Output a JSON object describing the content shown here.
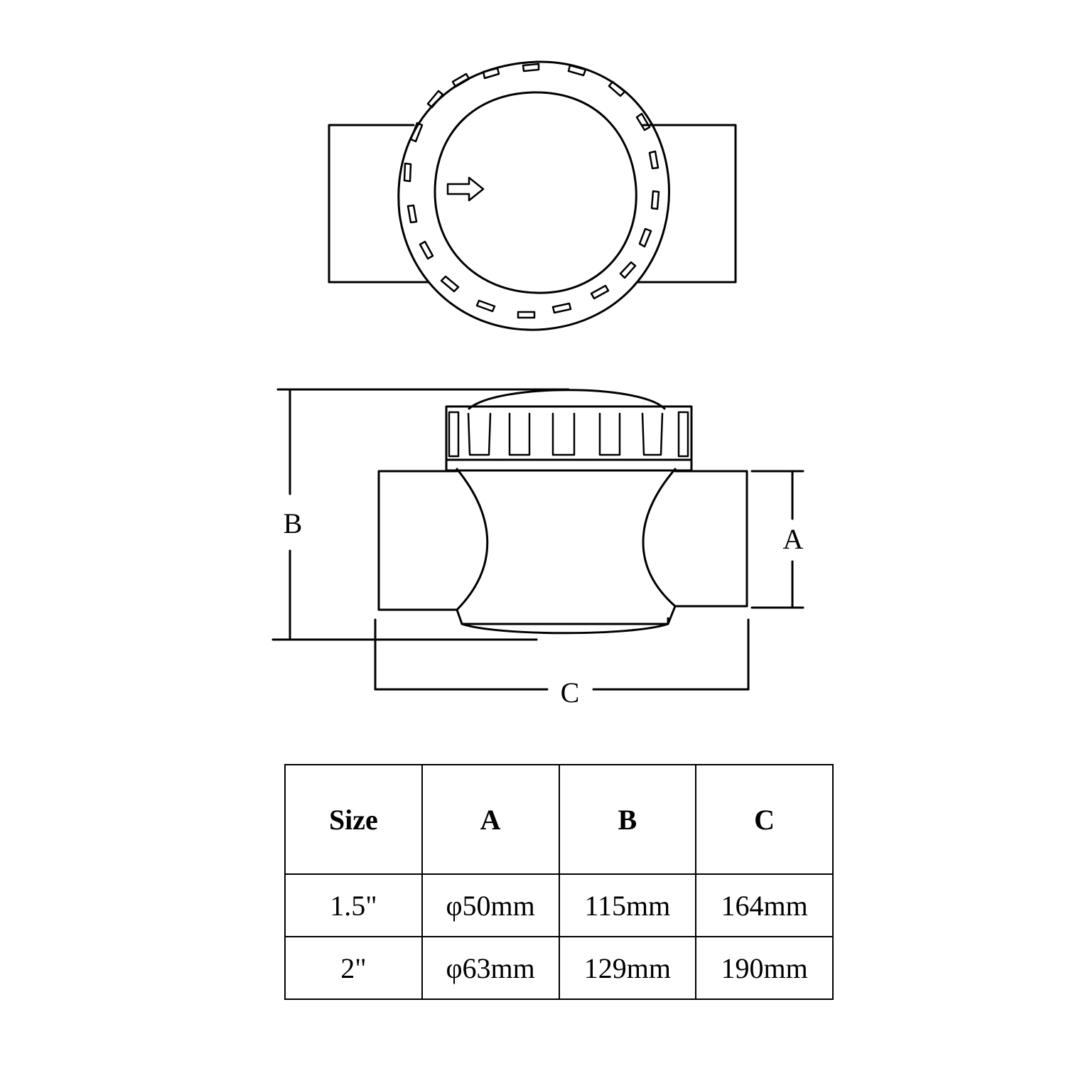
{
  "diagram": {
    "labels": {
      "a": "A",
      "b": "B",
      "c": "C"
    },
    "colors": {
      "stroke": "#000000",
      "background": "#ffffff"
    }
  },
  "table": {
    "headers": [
      "Size",
      "A",
      "B",
      "C"
    ],
    "rows": [
      [
        "1.5\"",
        "φ50mm",
        "115mm",
        "164mm"
      ],
      [
        "2\"",
        "φ63mm",
        "129mm",
        "190mm"
      ]
    ]
  }
}
